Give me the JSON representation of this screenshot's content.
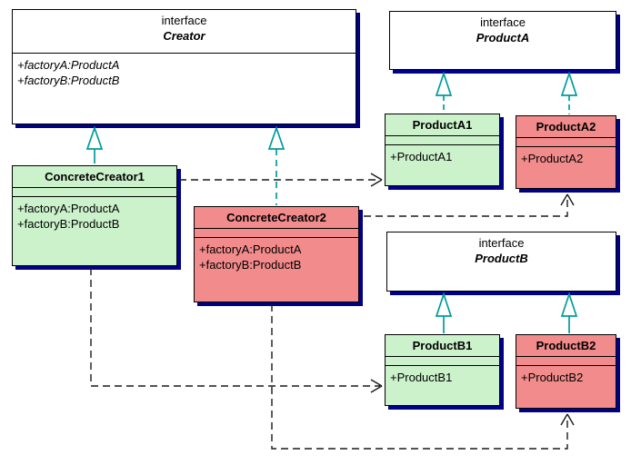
{
  "diagram": {
    "kind": "uml-class-diagram",
    "pattern": "Abstract Factory",
    "colors": {
      "interface_fill": "#ffffff",
      "variant1_fill": "#ccf2cc",
      "variant2_fill": "#f28b8b",
      "shadow": "#000088",
      "realization_arrow": "#009b9b",
      "dependency_arrow": "#1a1a1a",
      "border": "#000000"
    },
    "nodes": {
      "creator": {
        "stereotype": "interface",
        "name": "Creator",
        "members": [
          "+factoryA:ProductA",
          "+factoryB:ProductB"
        ]
      },
      "product_a": {
        "stereotype": "interface",
        "name": "ProductA"
      },
      "product_b": {
        "stereotype": "interface",
        "name": "ProductB"
      },
      "concrete_creator1": {
        "name": "ConcreteCreator1",
        "members": [
          "+factoryA:ProductA",
          "+factoryB:ProductB"
        ]
      },
      "concrete_creator2": {
        "name": "ConcreteCreator2",
        "members": [
          "+factoryA:ProductA",
          "+factoryB:ProductB"
        ]
      },
      "product_a1": {
        "name": "ProductA1",
        "members": [
          "+ProductA1"
        ]
      },
      "product_a2": {
        "name": "ProductA2",
        "members": [
          "+ProductA2"
        ]
      },
      "product_b1": {
        "name": "ProductB1",
        "members": [
          "+ProductB1"
        ]
      },
      "product_b2": {
        "name": "ProductB2",
        "members": [
          "+ProductB2"
        ]
      }
    },
    "relationships": [
      {
        "from": "ConcreteCreator1",
        "to": "Creator",
        "type": "realization"
      },
      {
        "from": "ConcreteCreator2",
        "to": "Creator",
        "type": "realization"
      },
      {
        "from": "ProductA1",
        "to": "ProductA",
        "type": "realization"
      },
      {
        "from": "ProductA2",
        "to": "ProductA",
        "type": "realization"
      },
      {
        "from": "ProductB1",
        "to": "ProductB",
        "type": "realization"
      },
      {
        "from": "ProductB2",
        "to": "ProductB",
        "type": "realization"
      },
      {
        "from": "ConcreteCreator1",
        "to": "ProductA1",
        "type": "dependency"
      },
      {
        "from": "ConcreteCreator1",
        "to": "ProductB1",
        "type": "dependency"
      },
      {
        "from": "ConcreteCreator2",
        "to": "ProductA2",
        "type": "dependency"
      },
      {
        "from": "ConcreteCreator2",
        "to": "ProductB2",
        "type": "dependency"
      }
    ]
  }
}
